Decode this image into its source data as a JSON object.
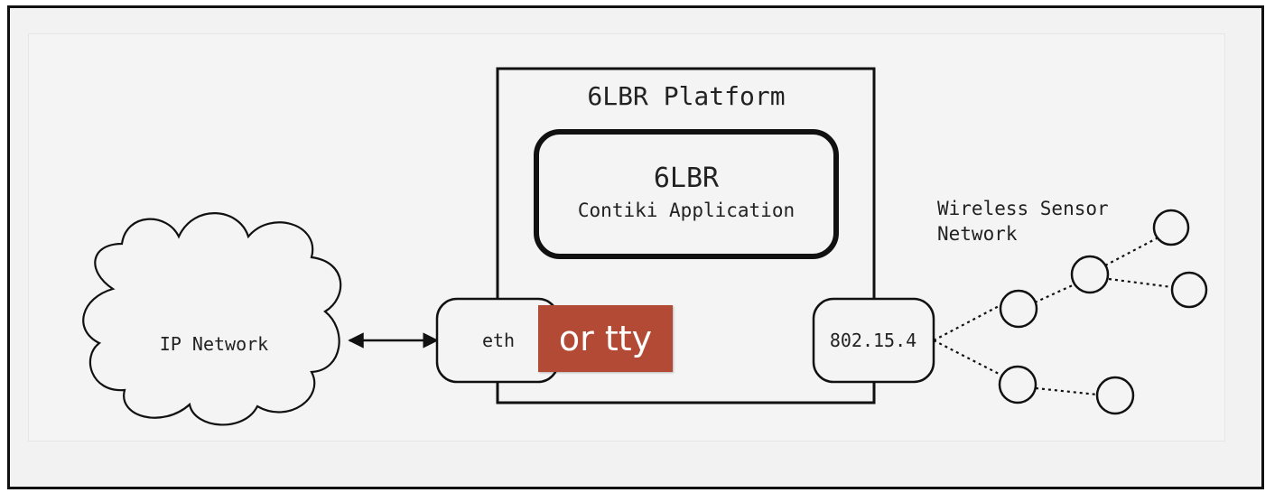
{
  "platform": {
    "title": "6LBR Platform"
  },
  "application": {
    "name": "6LBR",
    "subtitle": "Contiki Application"
  },
  "interfaces": {
    "eth": "eth",
    "radio": "802.15.4"
  },
  "ip_network": {
    "label": "IP Network"
  },
  "wsn": {
    "line1": "Wireless Sensor",
    "line2": "Network"
  },
  "overlay": {
    "label": "or tty",
    "color": "#b24a35"
  }
}
